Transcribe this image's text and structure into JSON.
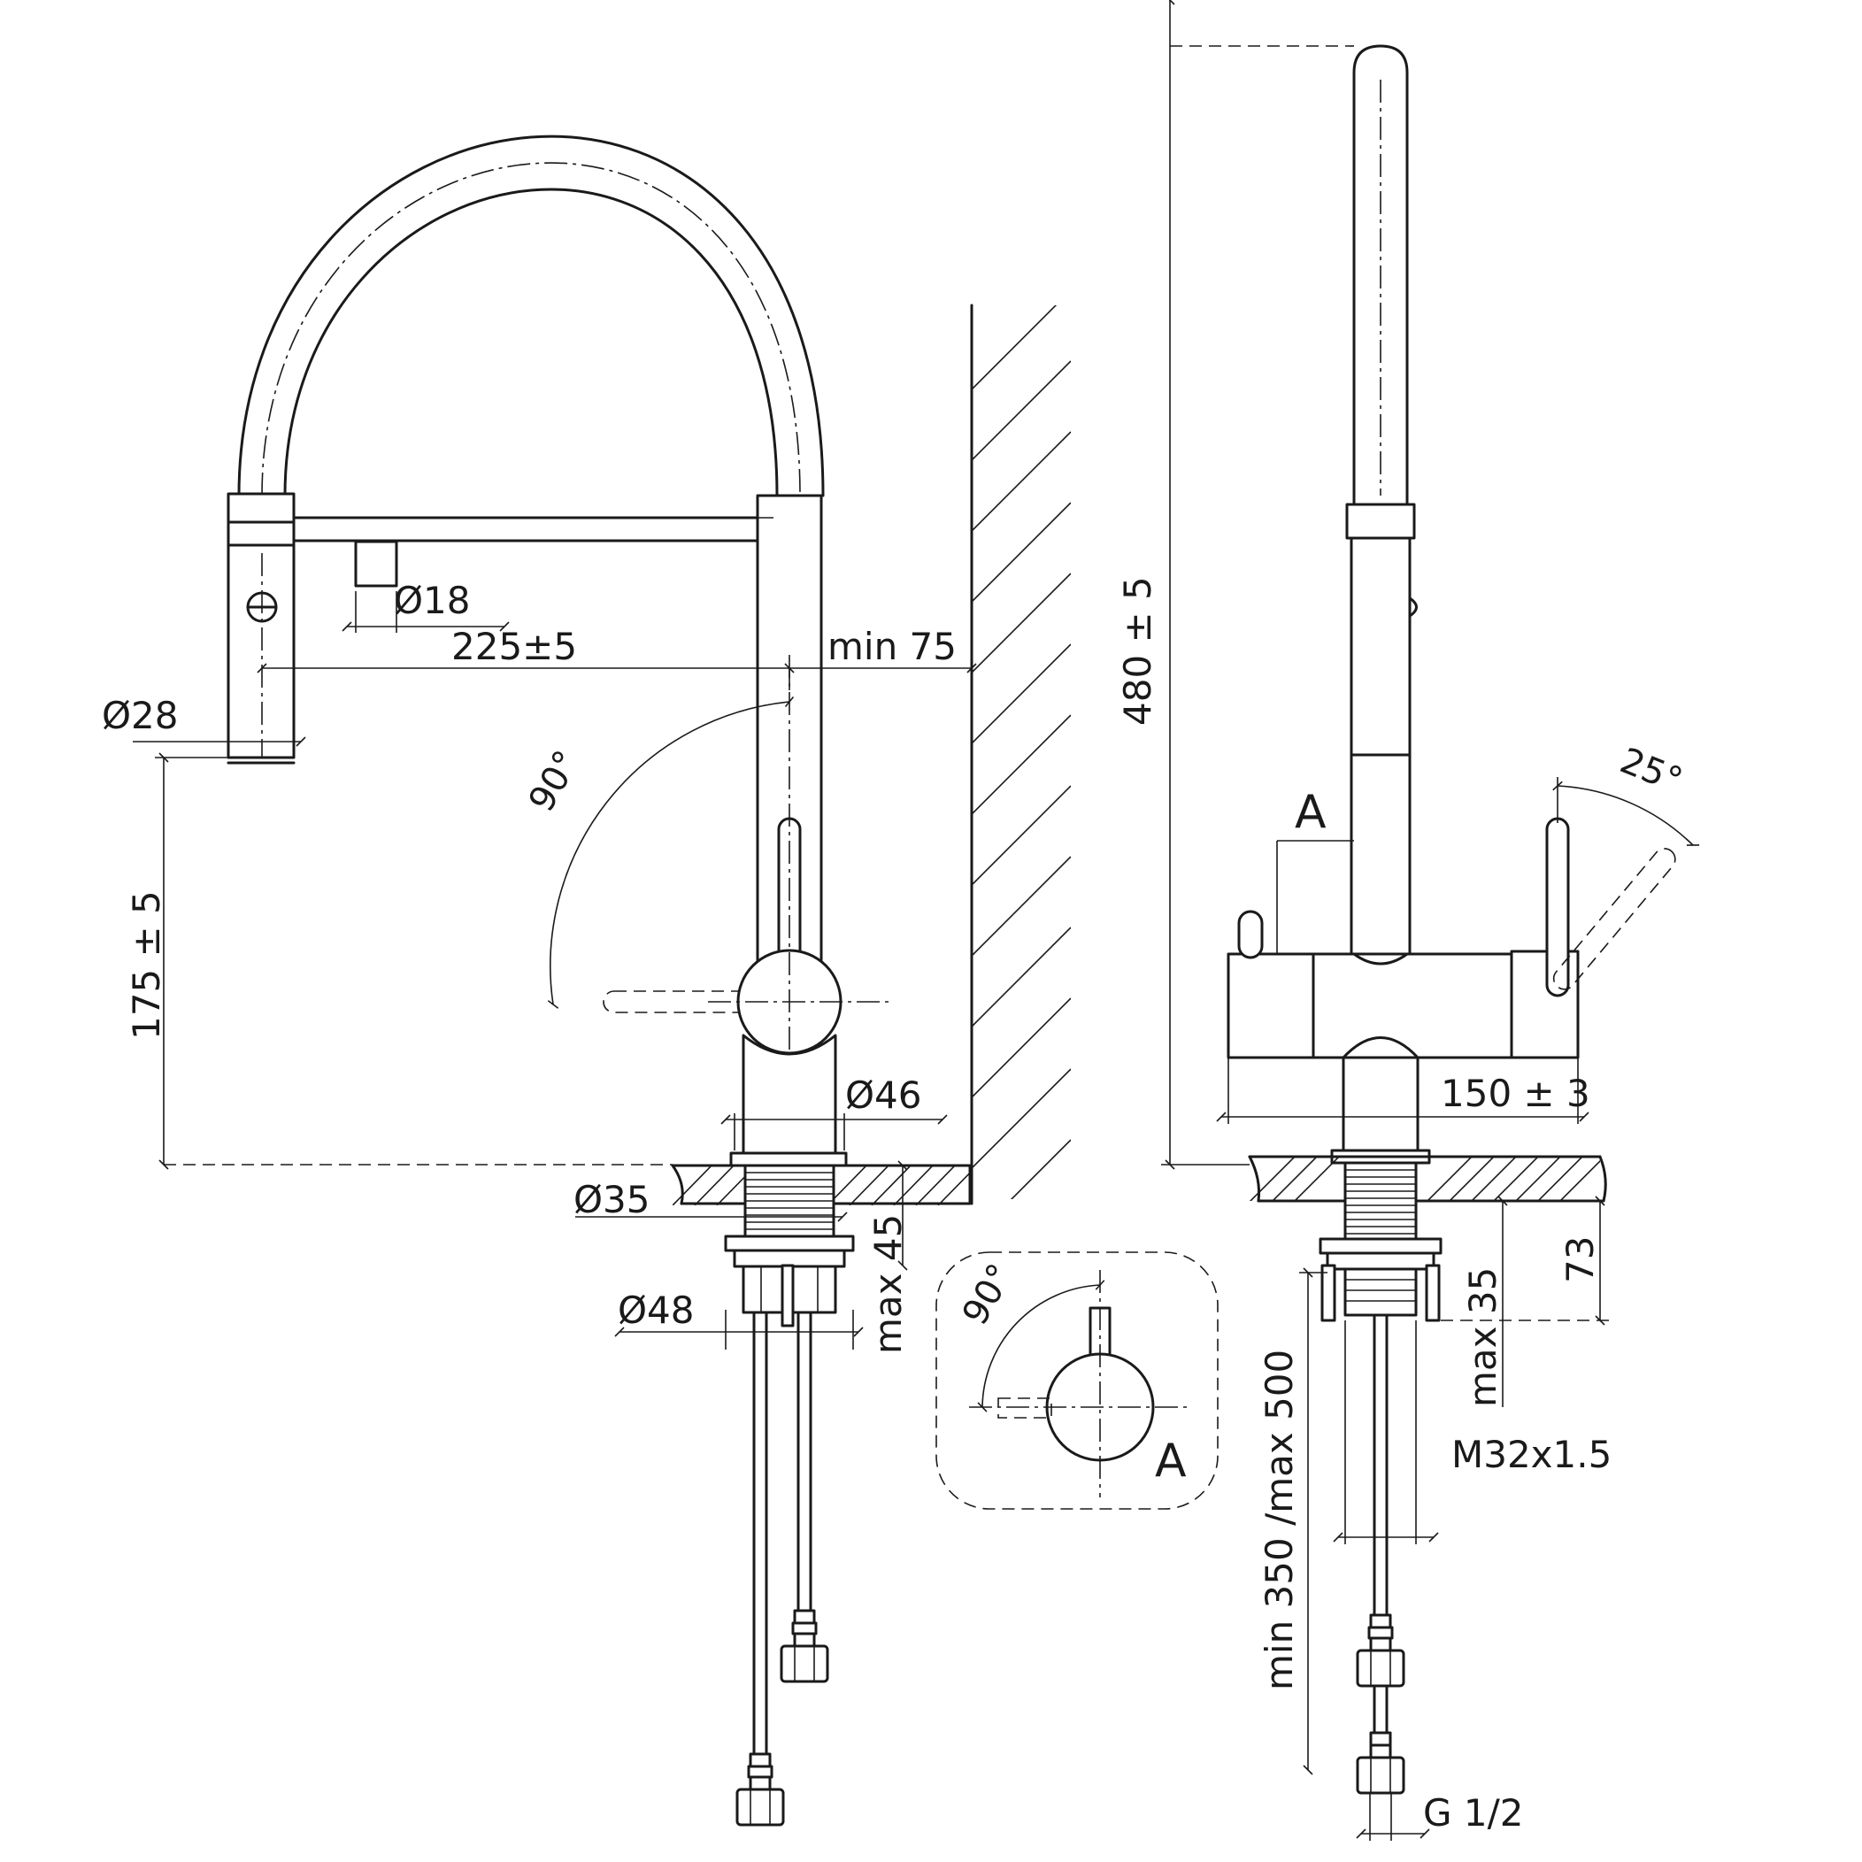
{
  "labels": {
    "d18": "Ø18",
    "l225": "225±5",
    "min75": "min 75",
    "d28": "Ø28",
    "h175": "175 ± 5",
    "a90_side": "90°",
    "d46": "Ø46",
    "d35": "Ø35",
    "max45": "max 45",
    "d48": "Ø48",
    "h480": "480 ± 5",
    "a25": "25°",
    "view_a_mark": "A",
    "w150": "150 ± 3",
    "h73": "73",
    "max35": "max 35",
    "m32": "M32x1.5",
    "hose": "min 350 /max 500",
    "g12": "G 1/2",
    "a90_detail": "90°",
    "detail_a": "A"
  }
}
